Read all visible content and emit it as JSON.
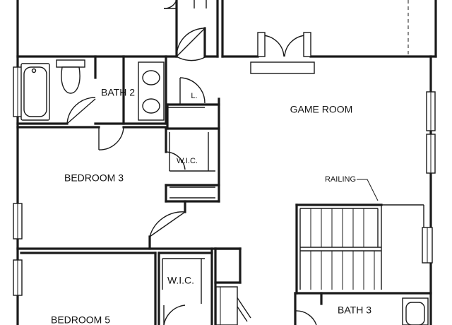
{
  "rooms": {
    "bath2": "BATH 2",
    "game_room": "GAME ROOM",
    "linen": "L.",
    "wic_upper": "W.I.C.",
    "bedroom3": "BEDROOM 3",
    "railing": "RAILING",
    "wic_lower": "W.I.C.",
    "bath3": "BATH 3",
    "bedroom5": "BEDROOM 5"
  }
}
